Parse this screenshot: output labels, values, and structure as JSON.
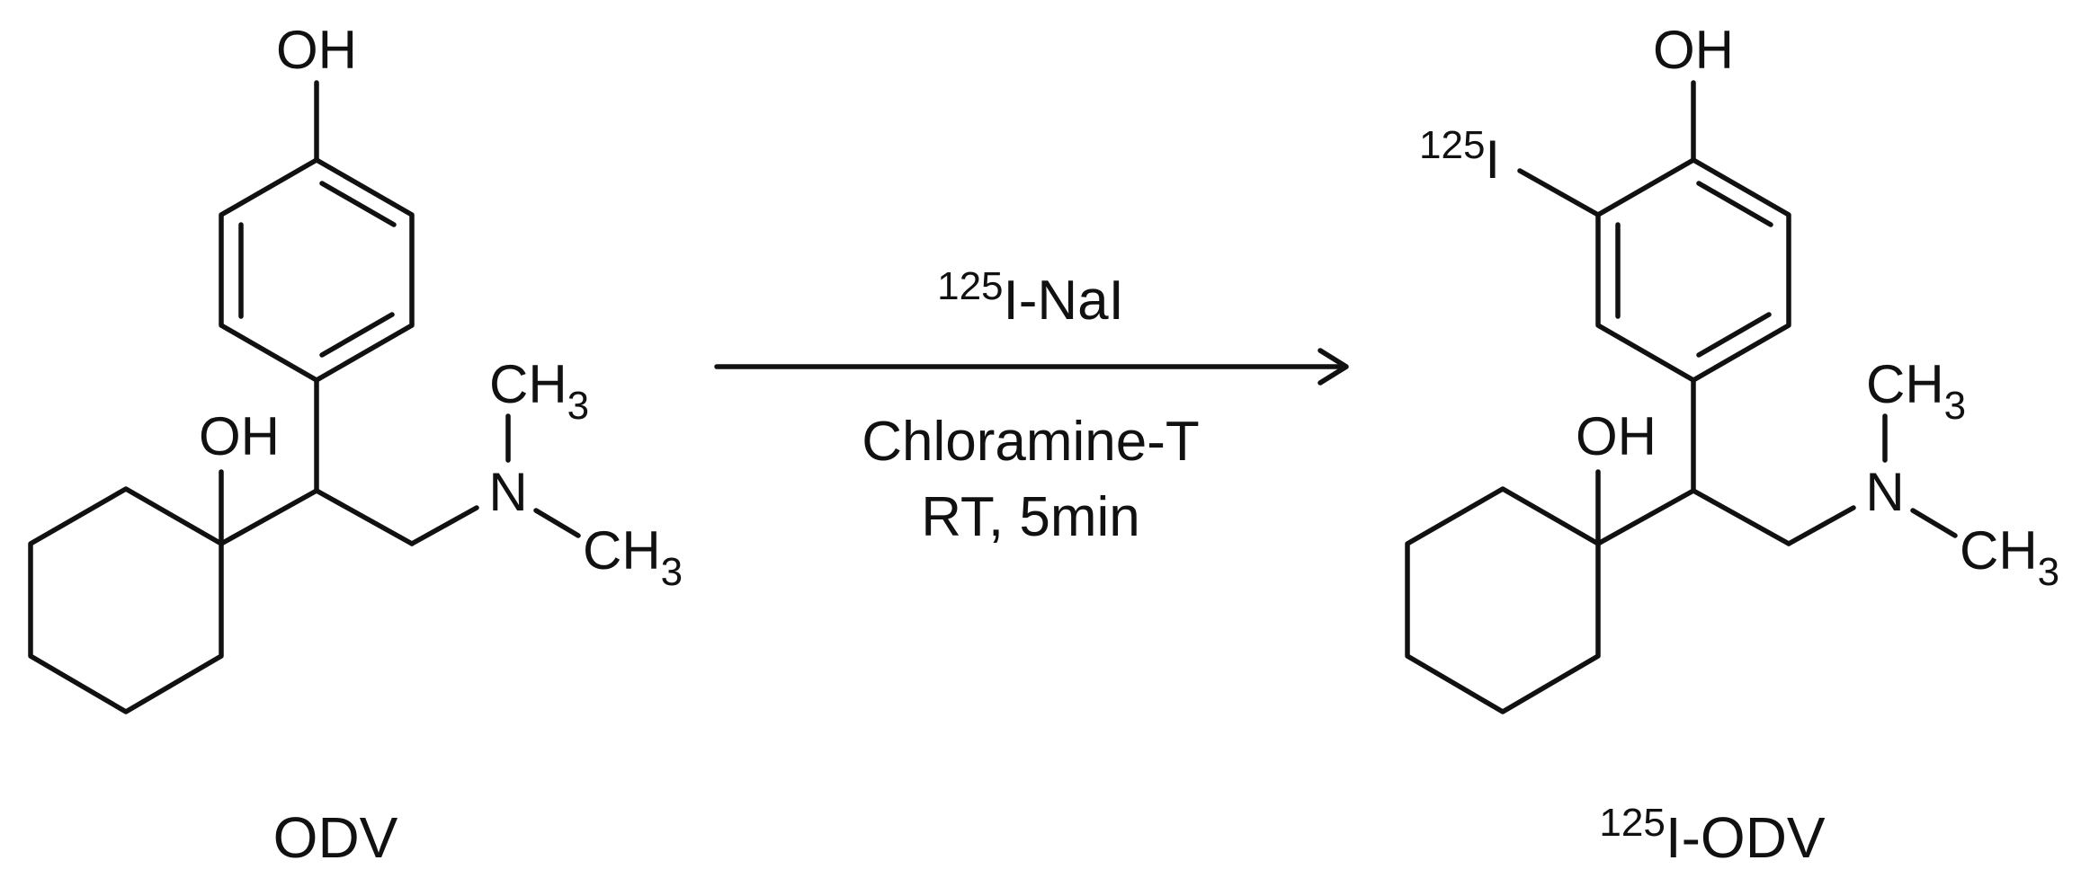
{
  "reactant": {
    "name": "ODV",
    "labels": {
      "phenol_oh": "OH",
      "cyclohexanol_oh": "OH",
      "nitrogen": "N",
      "methyl_top": "CH",
      "methyl_top_sub": "3",
      "methyl_bottom": "CH",
      "methyl_bottom_sub": "3"
    }
  },
  "product": {
    "name_sup": "125",
    "name": "I-ODV",
    "labels": {
      "phenol_oh": "OH",
      "iodo_sup": "125",
      "iodo": "I",
      "cyclohexanol_oh": "OH",
      "nitrogen": "N",
      "methyl_top": "CH",
      "methyl_top_sub": "3",
      "methyl_bottom": "CH",
      "methyl_bottom_sub": "3"
    }
  },
  "reaction": {
    "reagent_sup": "125",
    "reagent": "I-NaI",
    "conditions_line1": "Chloramine-T",
    "conditions_line2": "RT, 5min"
  }
}
